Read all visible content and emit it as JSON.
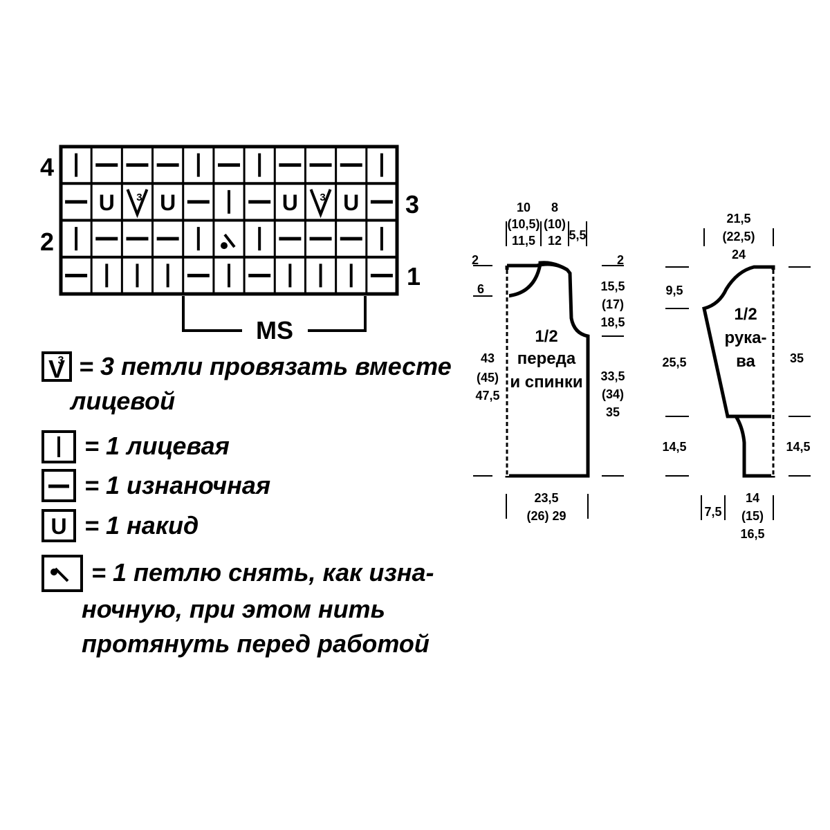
{
  "chart": {
    "rows": [
      [
        "k",
        "p",
        "p",
        "p",
        "k",
        "p",
        "k",
        "p",
        "p",
        "p",
        "k"
      ],
      [
        "p",
        "yo",
        "k3tog",
        "yo",
        "p",
        "k",
        "p",
        "yo",
        "k3tog",
        "yo",
        "p"
      ],
      [
        "k",
        "p",
        "p",
        "p",
        "k",
        "sl",
        "k",
        "p",
        "p",
        "p",
        "k"
      ],
      [
        "p",
        "k",
        "k",
        "k",
        "p",
        "k",
        "p",
        "k",
        "k",
        "k",
        "p"
      ]
    ],
    "row_numbers": {
      "r4": "4",
      "r3": "3",
      "r2": "2",
      "r1": "1"
    },
    "ms_label": "MS"
  },
  "symbols": {
    "knit_glyph": "|",
    "purl_glyph": "—",
    "yo_glyph": "U",
    "k3tog_glyph": "V",
    "k3tog_num": "3"
  },
  "legend": {
    "k3tog_line1": "= 3 петли провязать вместе",
    "k3tog_line2": "лицевой",
    "knit": "= 1 лицевая",
    "purl": "= 1 изнаночная",
    "yo": "= 1 накид",
    "slip_line1": "= 1 петлю снять, как изна-",
    "slip_line2": "ночную, при этом нить",
    "slip_line3": "протянуть перед работой"
  },
  "body_piece": {
    "title_1": "1/2",
    "title_2": "переда",
    "title_3": "и спинки",
    "top_neck_1": "10",
    "top_neck_2": "(10,5)",
    "top_neck_3": "11,5",
    "top_shoulder_1": "8",
    "top_shoulder_2": "(10)",
    "top_shoulder_3": "12",
    "top_edge": "5,5",
    "left_top": "2",
    "left_neck_depth": "6",
    "left_length_1": "43",
    "left_length_2": "(45)",
    "left_length_3": "47,5",
    "right_top": "2",
    "right_armhole_1": "15,5",
    "right_armhole_2": "(17)",
    "right_armhole_3": "18,5",
    "right_side_1": "33,5",
    "right_side_2": "(34)",
    "right_side_3": "35",
    "bottom_1": "23,5",
    "bottom_2": "(26) 29"
  },
  "sleeve_piece": {
    "title_1": "1/2",
    "title_2": "рука-",
    "title_3": "ва",
    "top_1": "21,5",
    "top_2": "(22,5)",
    "top_3": "24",
    "left_cap": "9,5",
    "left_mid": "25,5",
    "left_cuff": "14,5",
    "right_length": "35",
    "right_cuff": "14,5",
    "bottom_left": "7,5",
    "bottom_1": "14",
    "bottom_2": "(15)",
    "bottom_3": "16,5"
  }
}
